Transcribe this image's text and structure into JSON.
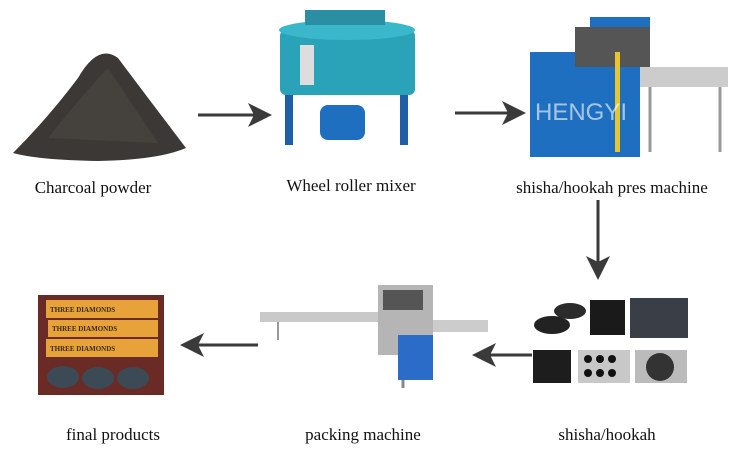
{
  "steps": [
    {
      "label": "Charcoal powder"
    },
    {
      "label": "Wheel roller mixer"
    },
    {
      "label": "shisha/hookah pres machine",
      "watermark": "HENGYI"
    },
    {
      "label": "shisha/hookah"
    },
    {
      "label": "packing machine"
    },
    {
      "label": "final products",
      "package_text": "THREE DIAMONDS"
    }
  ],
  "colors": {
    "arrow": "#3a3a3a",
    "machine_blue": "#1e6fc0",
    "mixer_teal": "#2aa3b8",
    "package_orange": "#e8a23a"
  }
}
